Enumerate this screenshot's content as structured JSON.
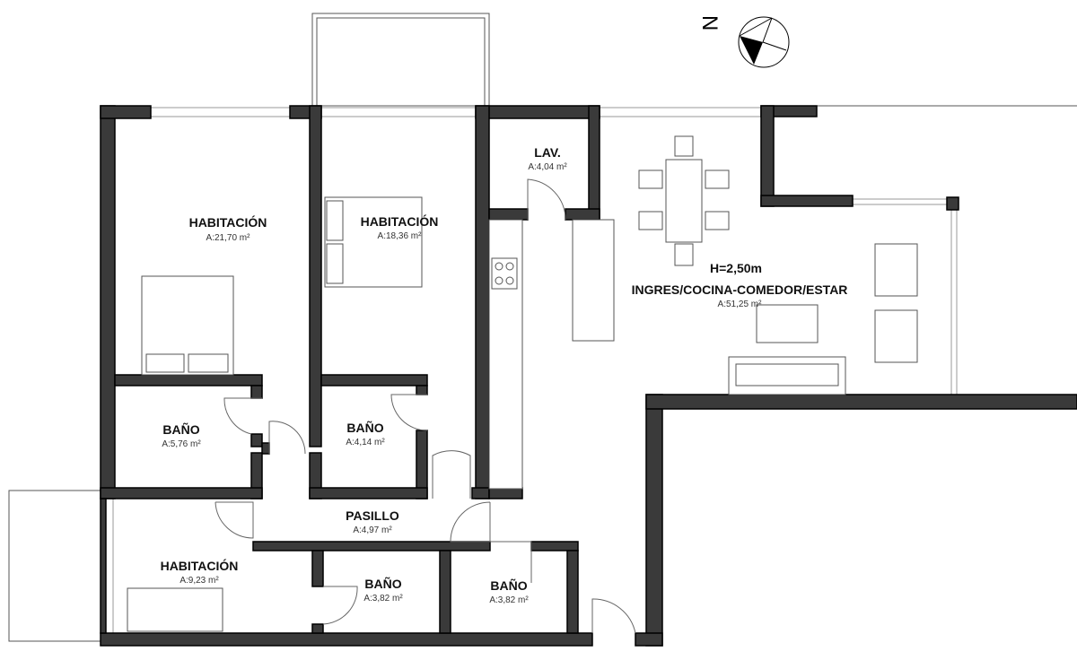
{
  "compass": {
    "north_label": "N"
  },
  "height_note": "H=2,50m",
  "rooms": [
    {
      "name": "HABITACIÓN",
      "area": "A:21,70 m²"
    },
    {
      "name": "HABITACIÓN",
      "area": "A:18,36 m²"
    },
    {
      "name": "LAV.",
      "area": "A:4,04 m²"
    },
    {
      "name": "INGRES/COCINA-COMEDOR/ESTAR",
      "area": "A:51,25 m²"
    },
    {
      "name": "BAÑO",
      "area": "A:5,76 m²"
    },
    {
      "name": "BAÑO",
      "area": "A:4,14 m²"
    },
    {
      "name": "PASILLO",
      "area": "A:4,97 m²"
    },
    {
      "name": "HABITACIÓN",
      "area": "A:9,23 m²"
    },
    {
      "name": "BAÑO",
      "area": "A:3,82 m²"
    },
    {
      "name": "BAÑO",
      "area": "A:3,82 m²"
    }
  ]
}
